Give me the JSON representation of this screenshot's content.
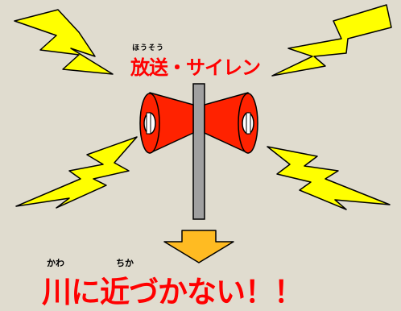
{
  "title": {
    "ruby": "ほうそう",
    "text": "放送・サイレン"
  },
  "warning": {
    "ruby_kawa": "かわ",
    "ruby_chika": "ちか",
    "text": "川に近づかない！！"
  },
  "colors": {
    "background": "#e0dccf",
    "lightning": "#ffff00",
    "speaker": "#ff2200",
    "pole": "#a0a0a0",
    "arrow": "#ffbb22",
    "text_red": "#ff0000"
  },
  "icons": [
    "lightning-bolt-icon",
    "siren-speaker-icon",
    "down-arrow-icon"
  ]
}
